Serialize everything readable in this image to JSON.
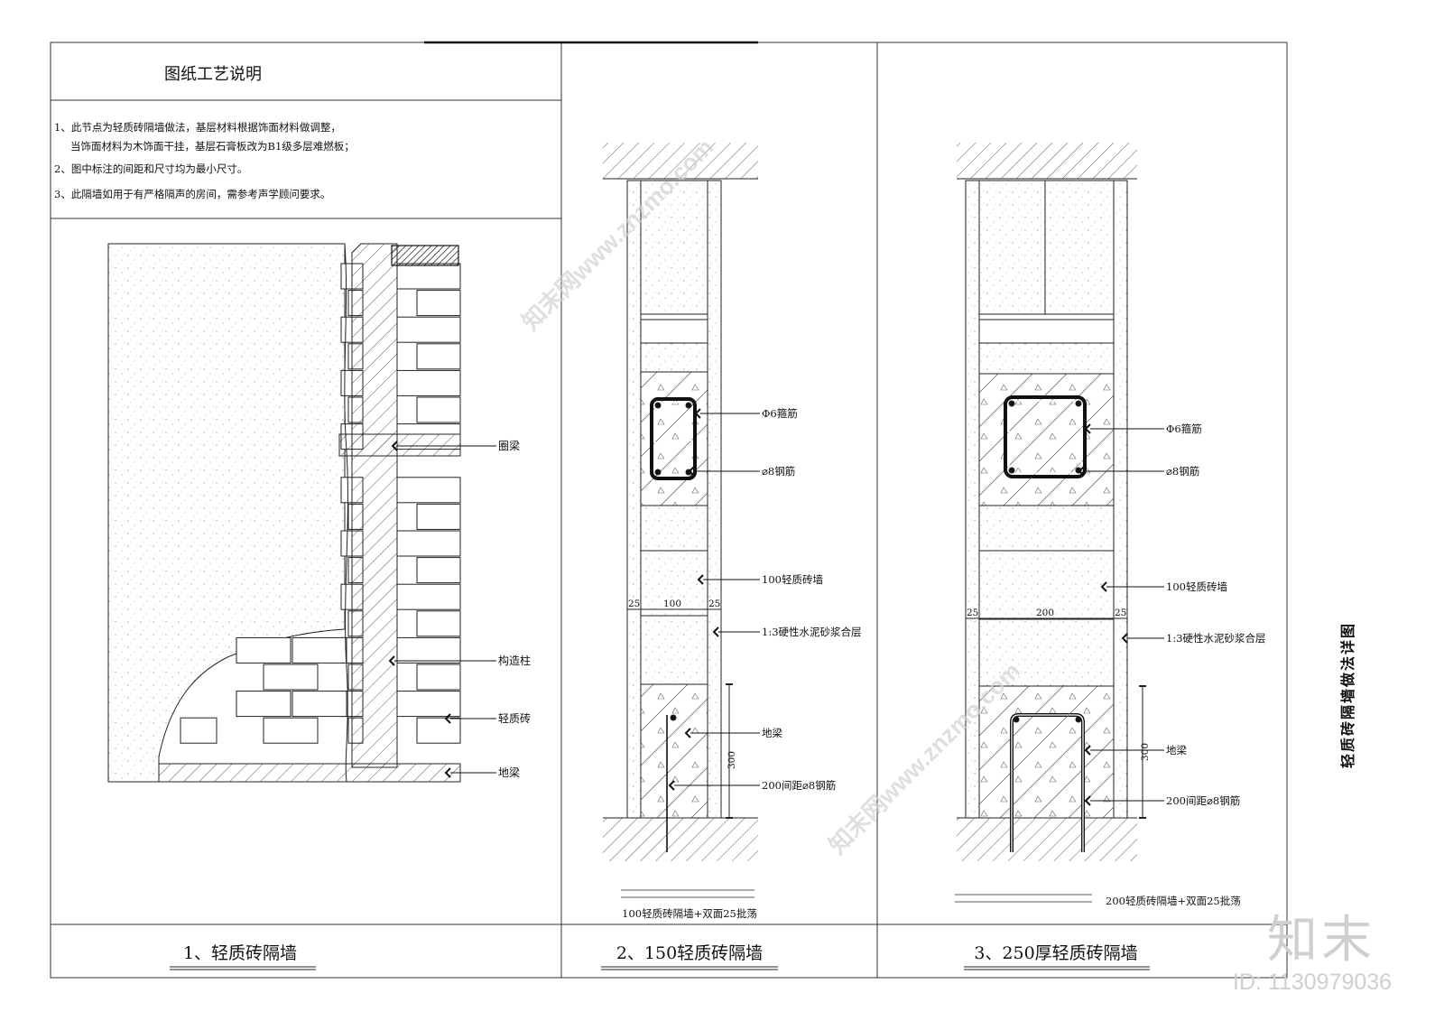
{
  "notes": {
    "title": "图纸工艺说明",
    "lines": [
      "1、此节点为轻质砖隔墙做法，基层材料根据饰面材料做调整，",
      "当饰面材料为木饰面干挂，基层石膏板改为B1级多层难燃板；",
      "2、图中标注的间距和尺寸均为最小尺寸。",
      "3、此隔墙如用于有严格隔声的房间，需参考声学顾问要求。"
    ]
  },
  "detail1": {
    "caption": "1、轻质砖隔墙",
    "labels": {
      "ring_beam": "圈梁",
      "column": "构造柱",
      "brick": "轻质砖",
      "ground_beam": "地梁"
    }
  },
  "detail2": {
    "caption": "2、150轻质砖隔墙",
    "subtitle": "100轻质砖隔墙+双面25批荡",
    "labels": {
      "stirrup": "Φ6箍筋",
      "rebar": "⌀8钢筋",
      "wall": "100轻质砖墙",
      "mortar": "1:3硬性水泥砂浆合层",
      "ground_beam": "地梁",
      "spacing": "200间距⌀8钢筋"
    },
    "dims": {
      "left": "25",
      "mid": "100",
      "right": "25",
      "height": "300"
    }
  },
  "detail3": {
    "caption": "3、250厚轻质砖隔墙",
    "subtitle": "200轻质砖隔墙+双面25批荡",
    "labels": {
      "stirrup": "Φ6箍筋",
      "rebar": "⌀8钢筋",
      "wall": "100轻质砖墙",
      "mortar": "1:3硬性水泥砂浆合层",
      "ground_beam": "地梁",
      "spacing": "200间距⌀8钢筋"
    },
    "dims": {
      "left": "25",
      "mid": "200",
      "right": "25",
      "height": "300"
    }
  },
  "sheet_title": "轻质砖隔墙做法详图",
  "watermark": {
    "brand": "知末",
    "id": "ID: 1130979036",
    "text": "知末网www.znzmo.com"
  }
}
